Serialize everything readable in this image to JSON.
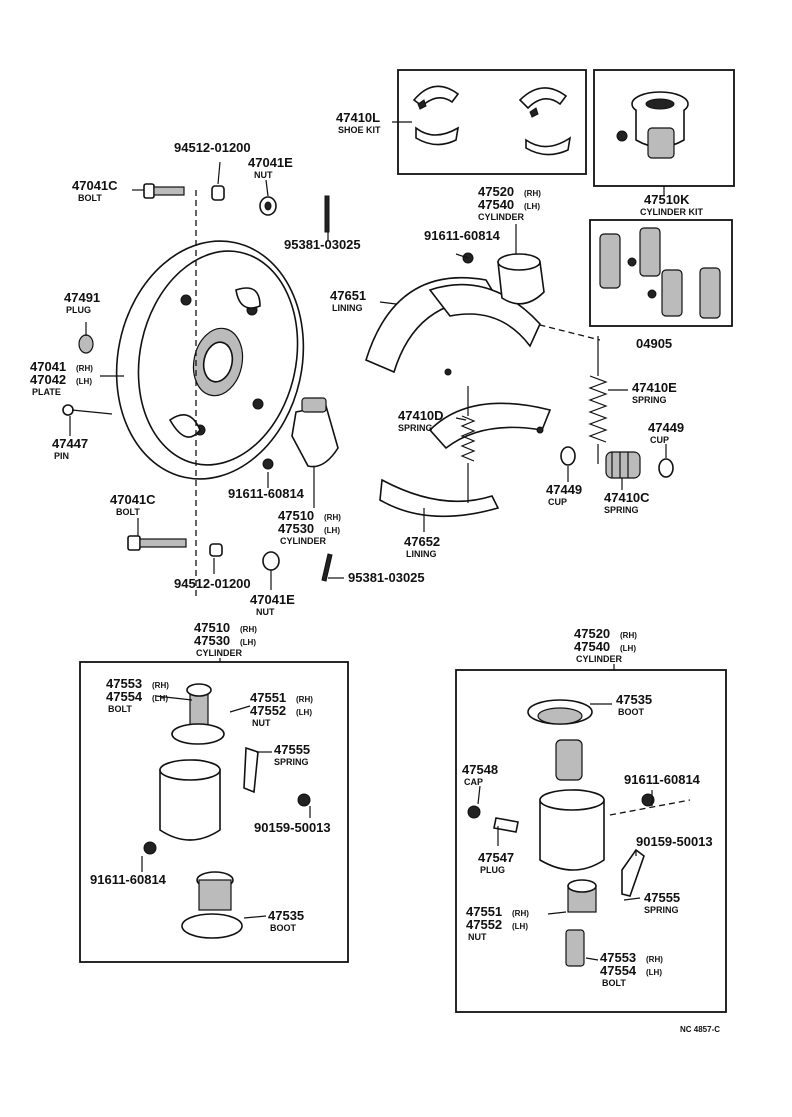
{
  "labels": {
    "a01": {
      "part": "47410L",
      "sub": "SHOE KIT"
    },
    "a02": {
      "part": "47510K",
      "sub": "CYLINDER KIT"
    },
    "a03": {
      "part": "04905"
    },
    "a04": {
      "part": "94512-01200"
    },
    "a05": {
      "part": "47041E",
      "sub": "NUT"
    },
    "a06": {
      "part": "47041C",
      "sub": "BOLT"
    },
    "a07": {
      "part": "95381-03025"
    },
    "a08": {
      "part1": "47520",
      "rh": "(RH)",
      "part2": "47540",
      "lh": "(LH)",
      "sub": "CYLINDER"
    },
    "a09": {
      "part": "91611-60814"
    },
    "a10": {
      "part": "47651",
      "sub": "LINING"
    },
    "a11": {
      "part": "47491",
      "sub": "PLUG"
    },
    "a12": {
      "part1": "47041",
      "rh": "(RH)",
      "part2": "47042",
      "lh": "(LH)",
      "sub": "PLATE"
    },
    "a13": {
      "part": "47447",
      "sub": "PIN"
    },
    "a14": {
      "part": "47410E",
      "sub": "SPRING"
    },
    "a15": {
      "part": "47449",
      "sub": "CUP"
    },
    "a16": {
      "part": "47410D",
      "sub": "SPRING"
    },
    "a17": {
      "part": "91611-60814"
    },
    "a18": {
      "part": "47449",
      "sub": "CUP"
    },
    "a19": {
      "part": "47410C",
      "sub": "SPRING"
    },
    "a20": {
      "part1": "47510",
      "rh": "(RH)",
      "part2": "47530",
      "lh": "(LH)",
      "sub": "CYLINDER"
    },
    "a21": {
      "part": "47652",
      "sub": "LINING"
    },
    "a22": {
      "part": "47041C",
      "sub": "BOLT"
    },
    "a23": {
      "part": "94512-01200"
    },
    "a24": {
      "part": "47041E",
      "sub": "NUT"
    },
    "a25": {
      "part": "95381-03025"
    },
    "b01": {
      "part1": "47510",
      "rh": "(RH)",
      "part2": "47530",
      "lh": "(LH)",
      "sub": "CYLINDER"
    },
    "b02": {
      "part1": "47553",
      "rh": "(RH)",
      "part2": "47554",
      "lh": "(LH)",
      "sub": "BOLT"
    },
    "b03": {
      "part1": "47551",
      "rh": "(RH)",
      "part2": "47552",
      "lh": "(LH)",
      "sub": "NUT"
    },
    "b04": {
      "part": "47555",
      "sub": "SPRING"
    },
    "b05": {
      "part": "90159-50013"
    },
    "b06": {
      "part": "91611-60814"
    },
    "b07": {
      "part": "47535",
      "sub": "BOOT"
    },
    "c01": {
      "part1": "47520",
      "rh": "(RH)",
      "part2": "47540",
      "lh": "(LH)",
      "sub": "CYLINDER"
    },
    "c02": {
      "part": "47535",
      "sub": "BOOT"
    },
    "c03": {
      "part": "47548",
      "sub": "CAP"
    },
    "c04": {
      "part": "91611-60814"
    },
    "c05": {
      "part": "90159-50013"
    },
    "c06": {
      "part": "47547",
      "sub": "PLUG"
    },
    "c07": {
      "part": "47555",
      "sub": "SPRING"
    },
    "c08": {
      "part1": "47551",
      "rh": "(RH)",
      "part2": "47552",
      "lh": "(LH)",
      "sub": "NUT"
    },
    "c09": {
      "part1": "47553",
      "rh": "(RH)",
      "part2": "47554",
      "lh": "(LH)",
      "sub": "BOLT"
    }
  },
  "footer_code": "NC 4857-C"
}
